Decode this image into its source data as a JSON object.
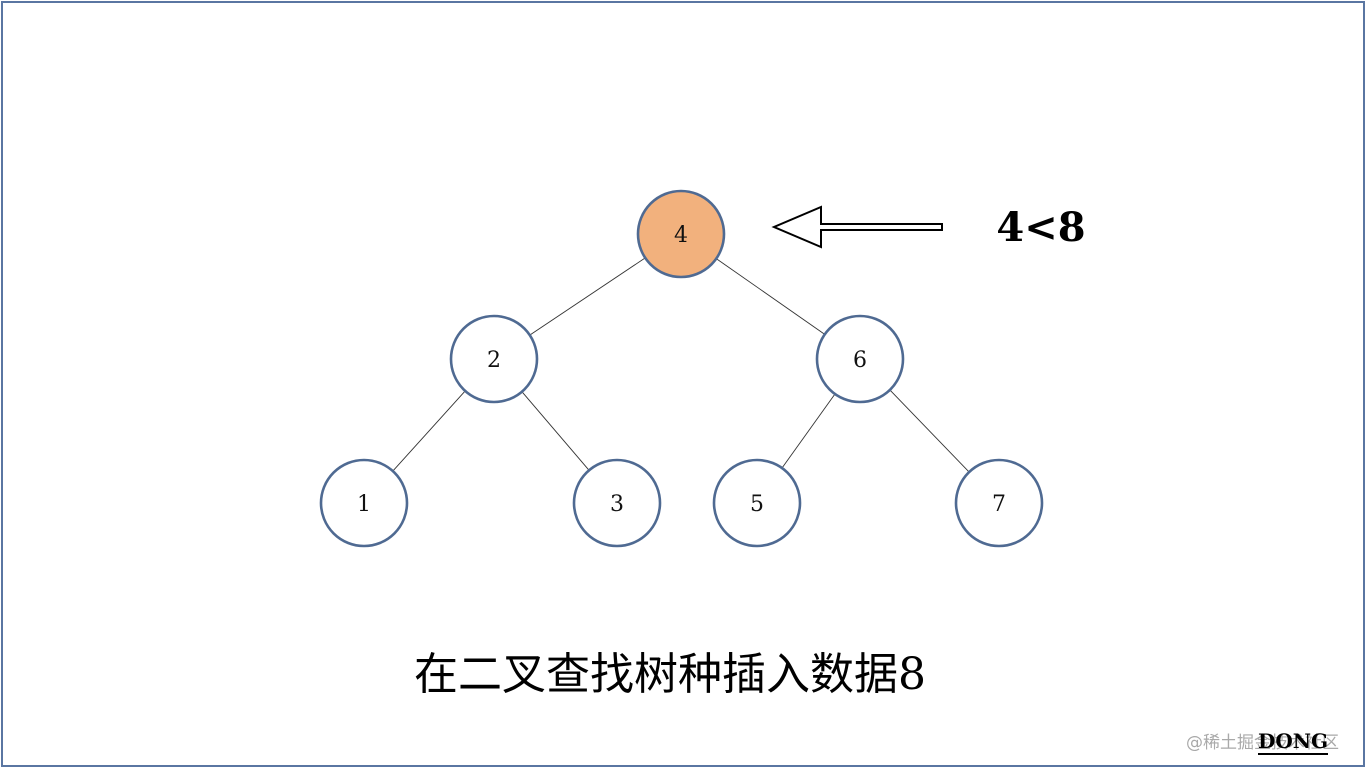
{
  "tree": {
    "nodes": [
      {
        "id": "n4",
        "value": "4",
        "highlighted": true
      },
      {
        "id": "n2",
        "value": "2",
        "highlighted": false
      },
      {
        "id": "n6",
        "value": "6",
        "highlighted": false
      },
      {
        "id": "n1",
        "value": "1",
        "highlighted": false
      },
      {
        "id": "n3",
        "value": "3",
        "highlighted": false
      },
      {
        "id": "n5",
        "value": "5",
        "highlighted": false
      },
      {
        "id": "n7",
        "value": "7",
        "highlighted": false
      }
    ],
    "edges": [
      {
        "from": "n4",
        "to": "n2"
      },
      {
        "from": "n4",
        "to": "n6"
      },
      {
        "from": "n2",
        "to": "n1"
      },
      {
        "from": "n2",
        "to": "n3"
      },
      {
        "from": "n6",
        "to": "n5"
      },
      {
        "from": "n6",
        "to": "n7"
      }
    ]
  },
  "comparison_label": "4<8",
  "caption": "在二叉查找树种插入数据8",
  "watermark": "@稀土掘金技术社区",
  "brand": "DONG",
  "colors": {
    "frame_border": "#5a76a2",
    "node_border": "#4f6a92",
    "node_fill": "#ffffff",
    "highlight_fill": "#f2b17d",
    "edge": "#333333"
  }
}
